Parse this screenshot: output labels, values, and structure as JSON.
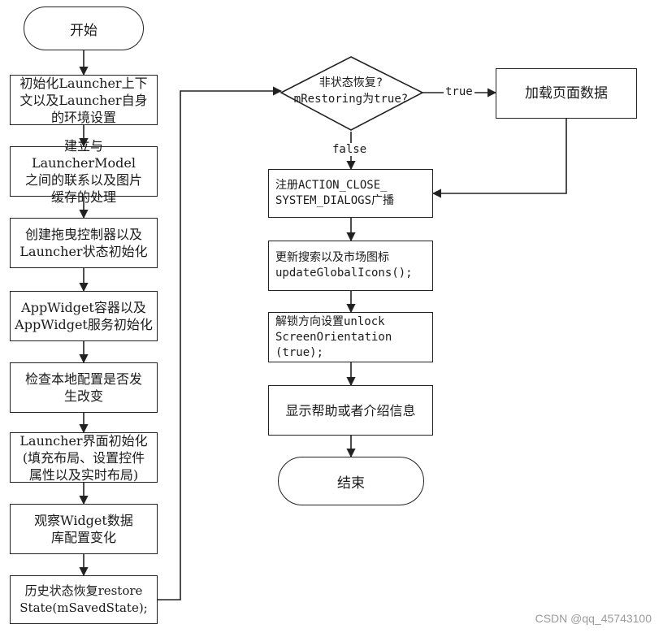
{
  "nodes": {
    "start": "开始",
    "init_env": "初始化Launcher上下\n文以及Launcher自身\n的环境设置",
    "model_link": "建立与LauncherModel\n之间的联系以及图片\n缓存的处理",
    "drag_ctrl": "创建拖曳控制器以及\nLauncher状态初始化",
    "appwidget": "AppWidget容器以及\nAppWidget服务初始化",
    "check_config": "检查本地配置是否发\n生改变",
    "ui_init": "Launcher界面初始化\n(填充布局、设置控件\n属性以及实时布局)",
    "observe_widget": "观察Widget数据\n库配置变化",
    "restore_state": "历史状态恢复restore\nState(mSavedState);",
    "decision": "非状态恢复?\nmRestoring为true?",
    "load_page": "加载页面数据",
    "register_broadcast": "注册ACTION_CLOSE_\nSYSTEM_DIALOGS广播",
    "update_icons": "更新搜索以及市场图标\nupdateGlobalIcons();",
    "unlock_orientation": "解锁方向设置unlock\nScreenOrientation\n(true);",
    "show_help": "显示帮助或者介绍信息",
    "end": "结束"
  },
  "labels": {
    "true": "true",
    "false": "false"
  },
  "watermark": "CSDN @qq_45743100"
}
